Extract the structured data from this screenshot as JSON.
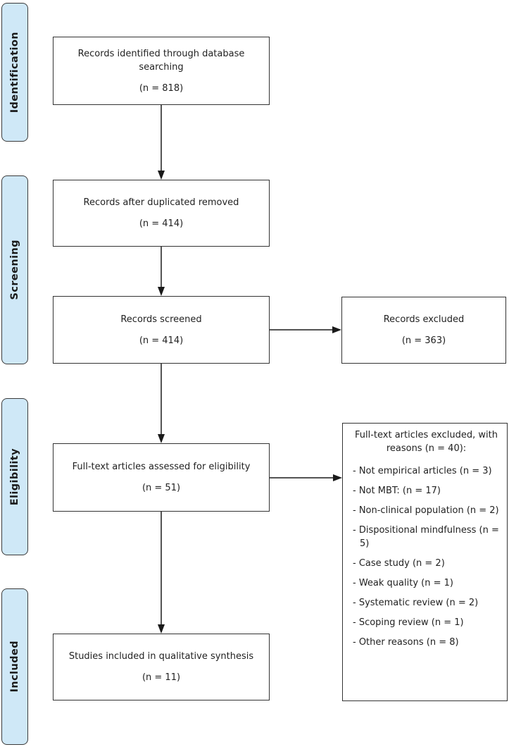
{
  "stages": [
    {
      "label": "Identification"
    },
    {
      "label": "Screening"
    },
    {
      "label": "Eligibility"
    },
    {
      "label": "Included"
    }
  ],
  "flow": {
    "identified": {
      "text": "Records identified through database searching",
      "count": "(n = 818)"
    },
    "deduplicated": {
      "text": "Records after duplicated removed",
      "count": "(n = 414)"
    },
    "screened": {
      "text": "Records screened",
      "count": "(n = 414)"
    },
    "fulltext": {
      "text": "Full-text articles assessed for eligibility",
      "count": "(n = 51)"
    },
    "included": {
      "text": "Studies included in qualitative synthesis",
      "count": "(n = 11)"
    }
  },
  "exclusions": {
    "records_excluded": {
      "text": "Records excluded",
      "count": "(n = 363)"
    },
    "fulltext_excluded": {
      "title": "Full-text articles excluded, with reasons (n = 40):",
      "reasons": [
        "- Not empirical articles (n = 3)",
        "- Not MBT: (n = 17)",
        "- Non-clinical population (n = 2)",
        "- Dispositional mindfulness (n = 5)",
        "- Case study (n = 2)",
        "- Weak quality (n = 1)",
        "- Systematic review (n = 2)",
        "- Scoping review (n = 1)",
        "- Other reasons (n = 8)"
      ]
    }
  },
  "colors": {
    "stage_fill": "#cfe8f7",
    "stage_border": "#3b3b3b",
    "box_border": "#333333",
    "arrow": "#1a1a1a",
    "text": "#222222",
    "background": "#ffffff"
  }
}
